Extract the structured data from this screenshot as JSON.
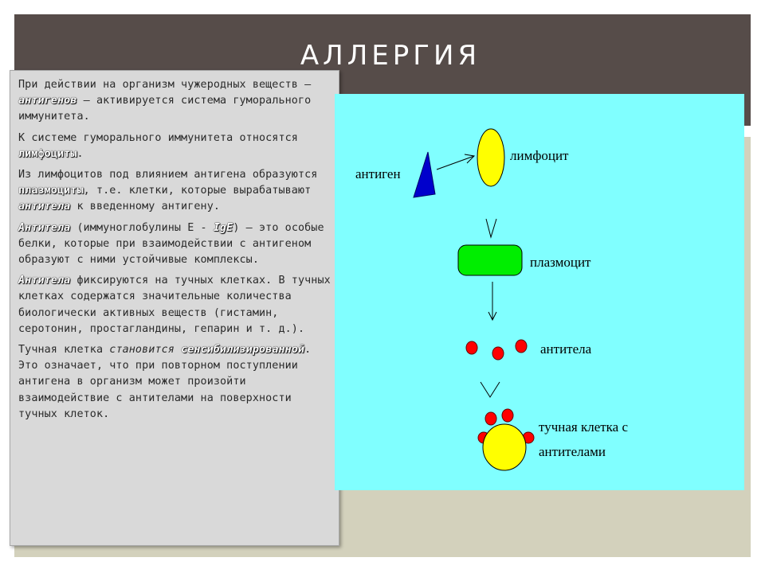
{
  "slide": {
    "title": "АЛЛЕРГИЯ"
  },
  "text": {
    "p1": {
      "a": "При действии на организм чужеродных веществ — ",
      "b": "антигенов",
      "c": " — активируется система гуморального иммунитета."
    },
    "p2": {
      "a": "К системе гуморального иммунитета относятся ",
      "b": "лимфоциты",
      "c": "."
    },
    "p3": {
      "a": "Из лимфоцитов под влиянием антигена образуются ",
      "b": "плазмоциты",
      "c": ", т.е. клетки, которые вырабатывают ",
      "d": "антитела",
      "e": " к введенному антигену."
    },
    "p4": {
      "a": "Антитела",
      "b": " (иммуноглобулины Е - ",
      "c": "IgE",
      "d": ") – это особые белки, которые при взаимодействии с антигеном образуют с ними устойчивые комплексы."
    },
    "p5": {
      "a": "Антитела",
      "b": "  фиксируются на тучных клетках. В тучных клетках содержатся значительные количества биологически активных веществ (гистамин, серотонин, простагландины, гепарин и т. д.)."
    },
    "p6": {
      "a": "Тучная клетка ",
      "b": "становится",
      "c": "сенсибилизированной",
      "d": ". Это означает, что при повторном поступлении антигена в организм может произойти взаимодействие с антителами на поверхности тучных клеток."
    }
  },
  "diagram": {
    "antigen_label": "антиген",
    "lymphocyte_label": "лимфоцит",
    "plasmocyte_label": "плазмоцит",
    "antibodies_label": "антитела",
    "mast_cell_label_line1": "тучная клетка с",
    "mast_cell_label_line2": "антителами",
    "colors": {
      "background": "#80ffff",
      "antigen": "#0000cc",
      "lymphocyte": "#ffff00",
      "plasmocyte": "#00ee00",
      "antibody": "#ff0000"
    }
  }
}
